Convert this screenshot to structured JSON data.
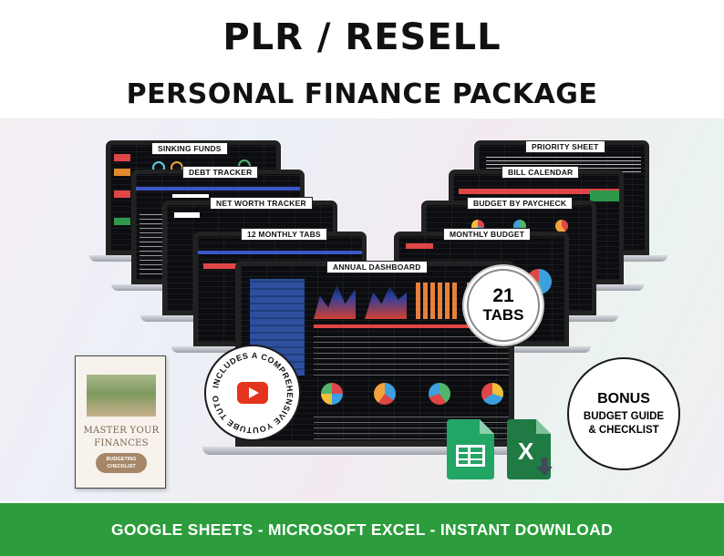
{
  "header": {
    "title": "PLR / RESELL",
    "subtitle": "PERSONAL FINANCE PACKAGE"
  },
  "laptops": {
    "sinking_funds": "SINKING FUNDS",
    "debt_tracker": "DEBT TRACKER",
    "net_worth_tracker": "NET WORTH TRACKER",
    "monthly_tabs": "12 MONTHLY TABS",
    "annual_dashboard": "ANNUAL DASHBOARD",
    "priority_sheet": "PRIORITY SHEET",
    "bill_calendar": "BILL CALENDAR",
    "budget_by_paycheck": "BUDGET BY PAYCHECK",
    "monthly_budget": "MONTHLY BUDGET"
  },
  "badge_tabs": {
    "number": "21",
    "label": "TABS"
  },
  "youtube_badge": {
    "text": "INCLUDES A COMPREHENSIVE YOUTUBE TUTORIAL"
  },
  "bonus": {
    "line1": "BONUS",
    "line2": "BUDGET GUIDE",
    "line3": "& CHECKLIST"
  },
  "guide_book": {
    "title_line1": "MASTER YOUR",
    "title_line2": "FINANCES",
    "pill_line1": "BUDGETING",
    "pill_line2": "CHECKLIST"
  },
  "footer": {
    "text": "GOOGLE SHEETS - MICROSOFT EXCEL - INSTANT DOWNLOAD"
  },
  "colors": {
    "green": "#2c9c3c",
    "sheets_green": "#23a566",
    "excel_green": "#1f7a44",
    "youtube_red": "#e5341d"
  },
  "icons": [
    "google-sheets-icon",
    "microsoft-excel-icon",
    "youtube-play-icon"
  ]
}
